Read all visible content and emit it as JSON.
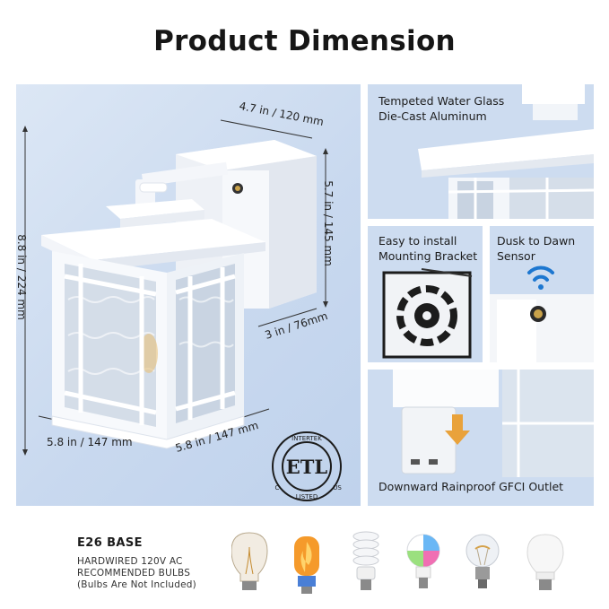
{
  "title": "Product Dimension",
  "dimensions": {
    "depth_top": "4.7 in / 120 mm",
    "height_box": "5.7 in / 145 mm",
    "height_total": "8.8 in / 224 mm",
    "box_width": "3 in / 76mm",
    "width_front": "5.8 in / 147 mm",
    "width_side": "5.8 in / 147 mm"
  },
  "features": {
    "top": [
      "Tempeted Water Glass",
      "Die-Cast Aluminum"
    ],
    "bracket": [
      "Easy to install",
      "Mounting Bracket"
    ],
    "sensor": [
      "Dusk to Dawn",
      "Sensor"
    ],
    "outlet": "Downward Rainproof GFCI Outlet"
  },
  "etl": {
    "top": "INTERTEK",
    "bottom": "LISTED",
    "left": "C",
    "right": "US",
    "mark": "ETL"
  },
  "base": {
    "title": "E26 BASE",
    "lines": [
      "HARDWIRED 120V AC",
      "RECOMMENDED BULBS",
      "(Bulbs Are Not Included)"
    ]
  },
  "bulb_icons": [
    "edison-bulb-icon",
    "flame-bulb-icon",
    "spiral-cfl-bulb-icon",
    "rgb-smart-bulb-icon",
    "filament-globe-bulb-icon",
    "a19-led-bulb-icon"
  ],
  "colors": {
    "panel": "#c9d9ef",
    "fixture": "#ffffff",
    "accent": "#1d77d0",
    "text": "#1c1c1c"
  }
}
